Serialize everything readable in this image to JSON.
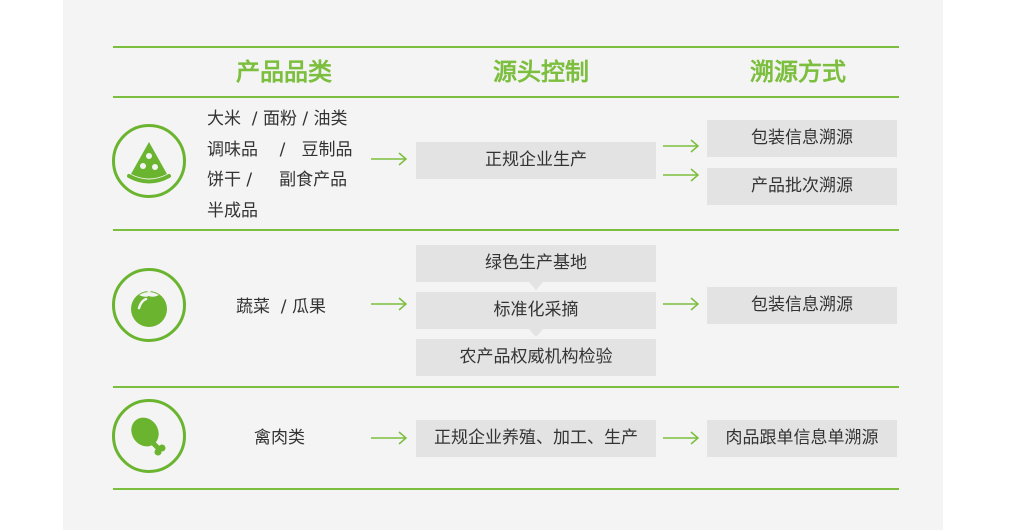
{
  "headers": {
    "category": "产品品类",
    "source": "源头控制",
    "method": "溯源方式"
  },
  "rows": [
    {
      "icon": "pizza-slice-icon",
      "category_lines": [
        "大米  / 面粉 / 油类",
        "调味品    /   豆制品",
        "饼干 /     副食产品",
        "半成品"
      ],
      "source": [
        "正规企业生产"
      ],
      "methods": [
        "包装信息溯源",
        "产品批次溯源"
      ]
    },
    {
      "icon": "tomato-icon",
      "category_lines": [
        "蔬菜  / 瓜果"
      ],
      "source": [
        "绿色生产基地",
        "标准化采摘",
        "农产品权威机构检验"
      ],
      "methods": [
        "包装信息溯源"
      ]
    },
    {
      "icon": "chicken-leg-icon",
      "category_lines": [
        "禽肉类"
      ],
      "source": [
        "正规企业养殖、加工、生产"
      ],
      "methods": [
        "肉品跟单信息单溯源"
      ]
    }
  ],
  "colors": {
    "accent": "#7cbe3e",
    "box": "#e3e3e3",
    "panel": "#f4f4f4"
  }
}
